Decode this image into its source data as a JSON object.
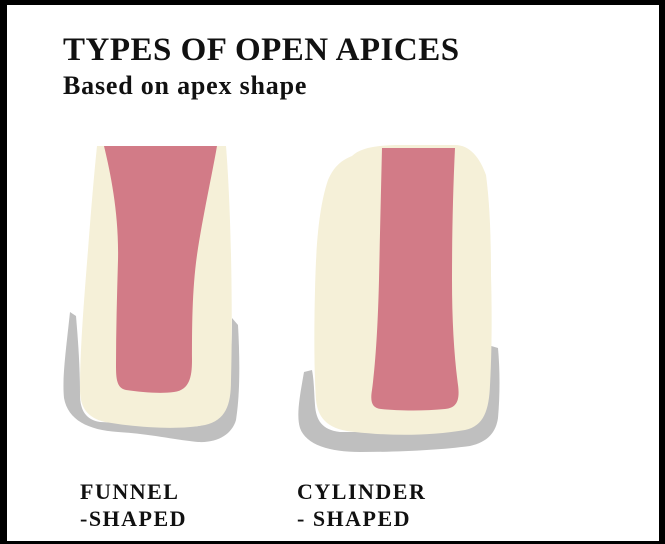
{
  "title": "TYPES OF OPEN APICES",
  "subtitle": "Based on apex shape",
  "labels": {
    "funnel_line1": "FUNNEL",
    "funnel_line2": "-SHAPED",
    "cylinder_line1": "CYLINDER",
    "cylinder_line2": "- SHAPED"
  },
  "colors": {
    "border": "#000000",
    "background": "#ffffff",
    "dentin": "#f5f0d8",
    "pulp": "#d27b87",
    "bone": "#bfbfbf"
  }
}
